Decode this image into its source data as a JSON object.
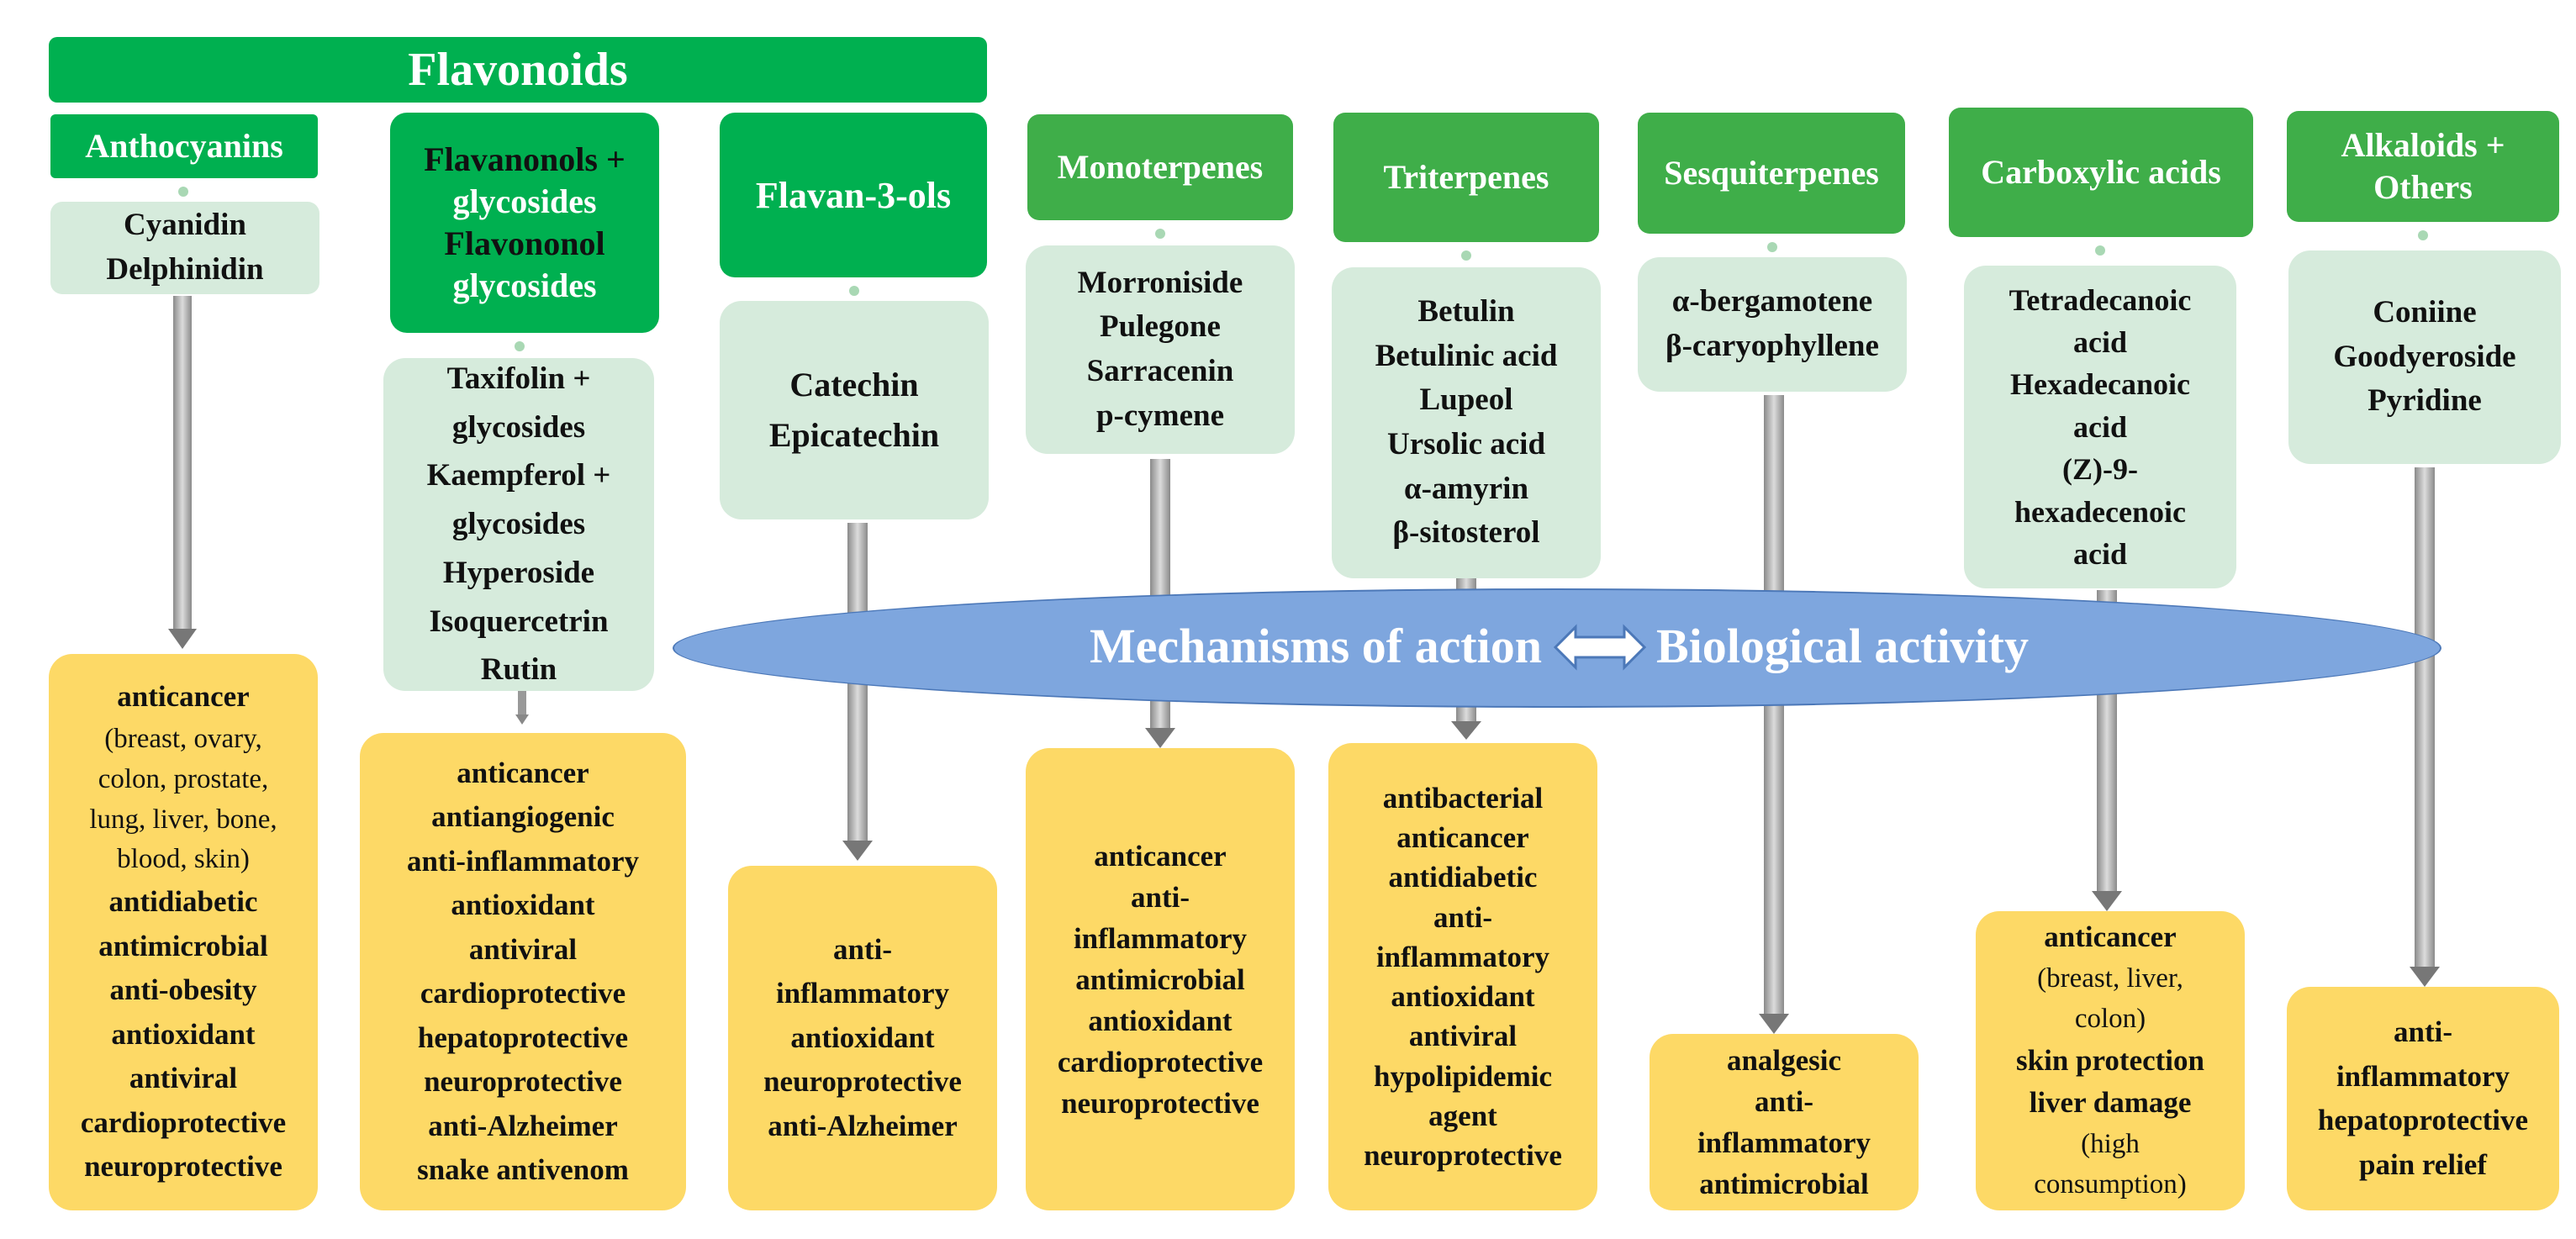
{
  "title": "Flavonoids",
  "columns": [
    {
      "header": [
        "Anthocyanins"
      ],
      "header_text_color": "white",
      "compounds": [
        "Cyanidin",
        "Delphinidin"
      ],
      "activities": [
        {
          "t": "anticancer",
          "s": "b"
        },
        {
          "t": "(breast, ovary,",
          "s": "n"
        },
        {
          "t": "colon, prostate,",
          "s": "n"
        },
        {
          "t": "lung, liver, bone,",
          "s": "n"
        },
        {
          "t": "blood, skin)",
          "s": "n"
        },
        {
          "t": "antidiabetic",
          "s": "b"
        },
        {
          "t": "antimicrobial",
          "s": "b"
        },
        {
          "t": "anti-obesity",
          "s": "b"
        },
        {
          "t": "antioxidant",
          "s": "b"
        },
        {
          "t": "antiviral",
          "s": "b"
        },
        {
          "t": "cardioprotective",
          "s": "b"
        },
        {
          "t": "neuroprotective",
          "s": "b"
        }
      ]
    },
    {
      "header": [
        "Flavanonols +",
        "glycosides",
        "Flavononol",
        "glycosides"
      ],
      "header_text_color": "mixed",
      "compounds": [
        "Taxifolin +",
        "glycosides",
        "Kaempferol +",
        "glycosides",
        "Hyperoside",
        "Isoquercetrin",
        "Rutin"
      ],
      "activities": [
        {
          "t": "anticancer",
          "s": "b"
        },
        {
          "t": "antiangiogenic",
          "s": "b"
        },
        {
          "t": "anti-inflammatory",
          "s": "b"
        },
        {
          "t": "antioxidant",
          "s": "b"
        },
        {
          "t": "antiviral",
          "s": "b"
        },
        {
          "t": "cardioprotective",
          "s": "b"
        },
        {
          "t": "hepatoprotective",
          "s": "b"
        },
        {
          "t": "neuroprotective",
          "s": "b"
        },
        {
          "t": "anti-Alzheimer",
          "s": "b"
        },
        {
          "t": "snake antivenom",
          "s": "b"
        }
      ]
    },
    {
      "header": [
        "Flavan-3-ols"
      ],
      "header_text_color": "white",
      "compounds": [
        "Catechin",
        "Epicatechin"
      ],
      "activities": [
        {
          "t": "anti-",
          "s": "b"
        },
        {
          "t": "inflammatory",
          "s": "b"
        },
        {
          "t": "antioxidant",
          "s": "b"
        },
        {
          "t": "neuroprotective",
          "s": "b"
        },
        {
          "t": "anti-Alzheimer",
          "s": "b"
        }
      ]
    },
    {
      "header": [
        "Monoterpenes"
      ],
      "header_text_color": "white",
      "compounds": [
        "Morroniside",
        "Pulegone",
        "Sarracenin",
        "p-cymene"
      ],
      "activities": [
        {
          "t": "anticancer",
          "s": "b"
        },
        {
          "t": "anti-",
          "s": "b"
        },
        {
          "t": "inflammatory",
          "s": "b"
        },
        {
          "t": "antimicrobial",
          "s": "b"
        },
        {
          "t": "antioxidant",
          "s": "b"
        },
        {
          "t": "cardioprotective",
          "s": "b"
        },
        {
          "t": "neuroprotective",
          "s": "b"
        }
      ]
    },
    {
      "header": [
        "Triterpenes"
      ],
      "header_text_color": "white",
      "compounds": [
        "Betulin",
        "Betulinic acid",
        "Lupeol",
        "Ursolic acid",
        "α-amyrin",
        "β-sitosterol"
      ],
      "activities": [
        {
          "t": "antibacterial",
          "s": "b"
        },
        {
          "t": "anticancer",
          "s": "b"
        },
        {
          "t": "antidiabetic",
          "s": "b"
        },
        {
          "t": "anti-",
          "s": "b"
        },
        {
          "t": "inflammatory",
          "s": "b"
        },
        {
          "t": "antioxidant",
          "s": "b"
        },
        {
          "t": "antiviral",
          "s": "b"
        },
        {
          "t": "hypolipidemic",
          "s": "b"
        },
        {
          "t": "agent",
          "s": "b"
        },
        {
          "t": "neuroprotective",
          "s": "b"
        }
      ]
    },
    {
      "header": [
        "Sesquiterpenes"
      ],
      "header_text_color": "white",
      "compounds": [
        "α-bergamotene",
        "β-caryophyllene"
      ],
      "activities": [
        {
          "t": "analgesic",
          "s": "b"
        },
        {
          "t": "anti-",
          "s": "b"
        },
        {
          "t": "inflammatory",
          "s": "b"
        },
        {
          "t": "antimicrobial",
          "s": "b"
        }
      ]
    },
    {
      "header": [
        "Carboxylic acids"
      ],
      "header_text_color": "white",
      "compounds": [
        "Tetradecanoic",
        "acid",
        "Hexadecanoic",
        "acid",
        "(Z)-9-",
        "hexadecenoic",
        "acid"
      ],
      "activities": [
        {
          "t": "anticancer",
          "s": "b"
        },
        {
          "t": "(breast, liver,",
          "s": "n"
        },
        {
          "t": "colon)",
          "s": "n"
        },
        {
          "t": "skin protection",
          "s": "b"
        },
        {
          "t": "liver damage",
          "s": "b"
        },
        {
          "t": "(high",
          "s": "n"
        },
        {
          "t": "consumption)",
          "s": "n"
        }
      ]
    },
    {
      "header": [
        "Alkaloids +",
        "Others"
      ],
      "header_text_color": "white",
      "compounds": [
        "Coniine",
        "Goodyeroside",
        "Pyridine"
      ],
      "activities": [
        {
          "t": "anti-",
          "s": "b"
        },
        {
          "t": "inflammatory",
          "s": "b"
        },
        {
          "t": "hepatoprotective",
          "s": "b"
        },
        {
          "t": "pain relief",
          "s": "b"
        }
      ]
    }
  ],
  "center": {
    "left": "Mechanisms of action",
    "right": "Biological activity",
    "connector": "double-arrow-icon"
  },
  "colors": {
    "header_green": "#3fae49",
    "title_green": "#00b050",
    "compound_bg": "#d6ebdc",
    "activity_bg": "#fdd966",
    "ellipse": "#7ea6de"
  }
}
